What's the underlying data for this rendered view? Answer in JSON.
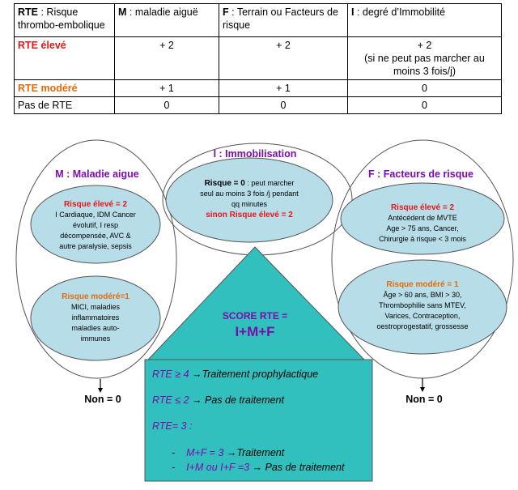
{
  "table": {
    "headers": [
      {
        "key": "RTE",
        "rest": " : Risque thrombo-embolique"
      },
      {
        "key": "M",
        "rest": " : maladie aiguë"
      },
      {
        "key": "F",
        "rest": " : Terrain ou Facteurs de risque"
      },
      {
        "key": "I",
        "rest": " : degré d’Immobilité"
      }
    ],
    "rows": [
      {
        "label": "RTE élevé",
        "m": "+ 2",
        "f": "+ 2",
        "i": "+ 2",
        "i_note": "(si ne peut pas marcher au moins 3 fois/j)"
      },
      {
        "label": "RTE modéré",
        "m": "+ 1",
        "f": "+ 1",
        "i": "0"
      },
      {
        "label": "Pas de RTE",
        "m": "0",
        "f": "0",
        "i": "0"
      }
    ]
  },
  "colors": {
    "ellipse_fill": "#b7dde8",
    "triangle_fill": "#31c0be",
    "box_fill": "#31c0be",
    "red": "#e8161b",
    "orange": "#e36c0a",
    "purple": "#7a0ea8"
  },
  "diagram": {
    "m_title": "M : Maladie aigue",
    "i_title": "I : Immobilisation",
    "f_title": "F : Facteurs de risque",
    "m_high_title": "Risque élevé = 2",
    "m_high_lines": [
      "I Cardiaque, IDM Cancer",
      "évolutif, I resp",
      "décompensée, AVC &",
      "autre paralysie, sepsis"
    ],
    "m_mod_title": "Risque modéré=1",
    "m_mod_lines": [
      "MICI, maladies",
      "inflammatoires",
      "maladies auto-",
      "immunes"
    ],
    "i_score_bold": "Risque = 0",
    "i_lines": [
      ": peut marcher",
      "seul au moins 3 fois /j pendant",
      "qq minutes"
    ],
    "i_else": "sinon Risque élevé = 2",
    "f_high_title": "Risque élevé = 2",
    "f_high_lines": [
      "Antécédent de MVTE",
      "Age > 75 ans, Cancer,",
      "Chirurgie à risque < 3 mois"
    ],
    "f_mod_title": "Risque modéré = 1",
    "f_mod_lines": [
      "Âge > 60 ans, BMI  > 30,",
      "Thrombophilie sans MTEV,",
      "Varices, Contraception,",
      "oestroprogestatif, grossesse"
    ],
    "score_label": "SCORE RTE =",
    "score_formula": "I+M+F",
    "non_left": "Non = 0",
    "non_right": "Non = 0",
    "rule1_cond": "RTE ≥ 4",
    "rule1_text": "Traitement prophylactique",
    "rule2_cond": "RTE ≤ 2",
    "rule2_text": "Pas de traitement",
    "rule3_cond": "RTE= 3 :",
    "sub1_cond": "M+F = 3",
    "sub1_text": "Traitement",
    "sub2_cond": "I+M ou I+F =3",
    "sub2_text": "Pas de traitement",
    "arrow_glyph": "→",
    "bullet_dash": "-"
  }
}
